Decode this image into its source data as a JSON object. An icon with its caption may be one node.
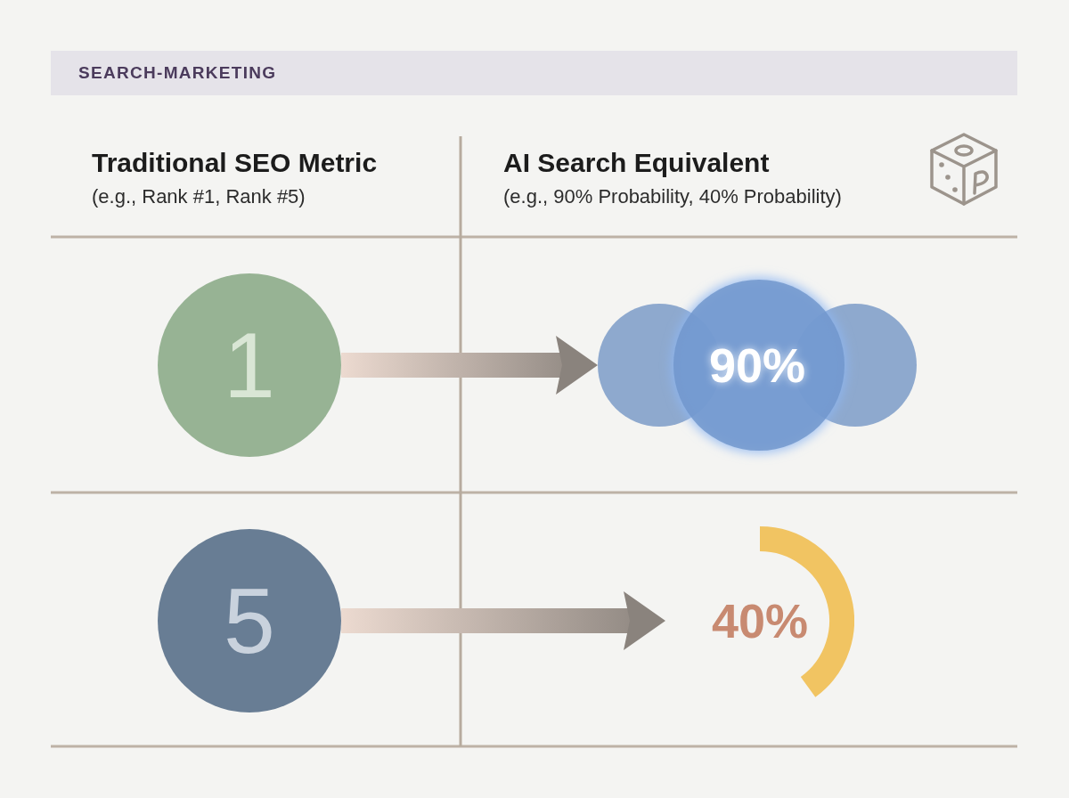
{
  "diagram": {
    "title": "SEARCH-MARKETING",
    "nodes": [
      {
        "text": [
          "1"
        ]
      },
      {
        "text": [
          "90%"
        ]
      },
      {
        "text": [
          "5"
        ]
      },
      {
        "text": [
          "40%"
        ]
      }
    ],
    "edges": [
      {
        "from": 0,
        "to": 1,
        "arrow": "to"
      },
      {
        "from": 2,
        "to": 3,
        "arrow": "to"
      }
    ],
    "labels": [
      "Traditional SEO Metric",
      "(e.g., Rank #1, Rank #5)",
      "AI Search Equivalent",
      "(e.g., 90% Probability, 40% Probability)"
    ]
  }
}
